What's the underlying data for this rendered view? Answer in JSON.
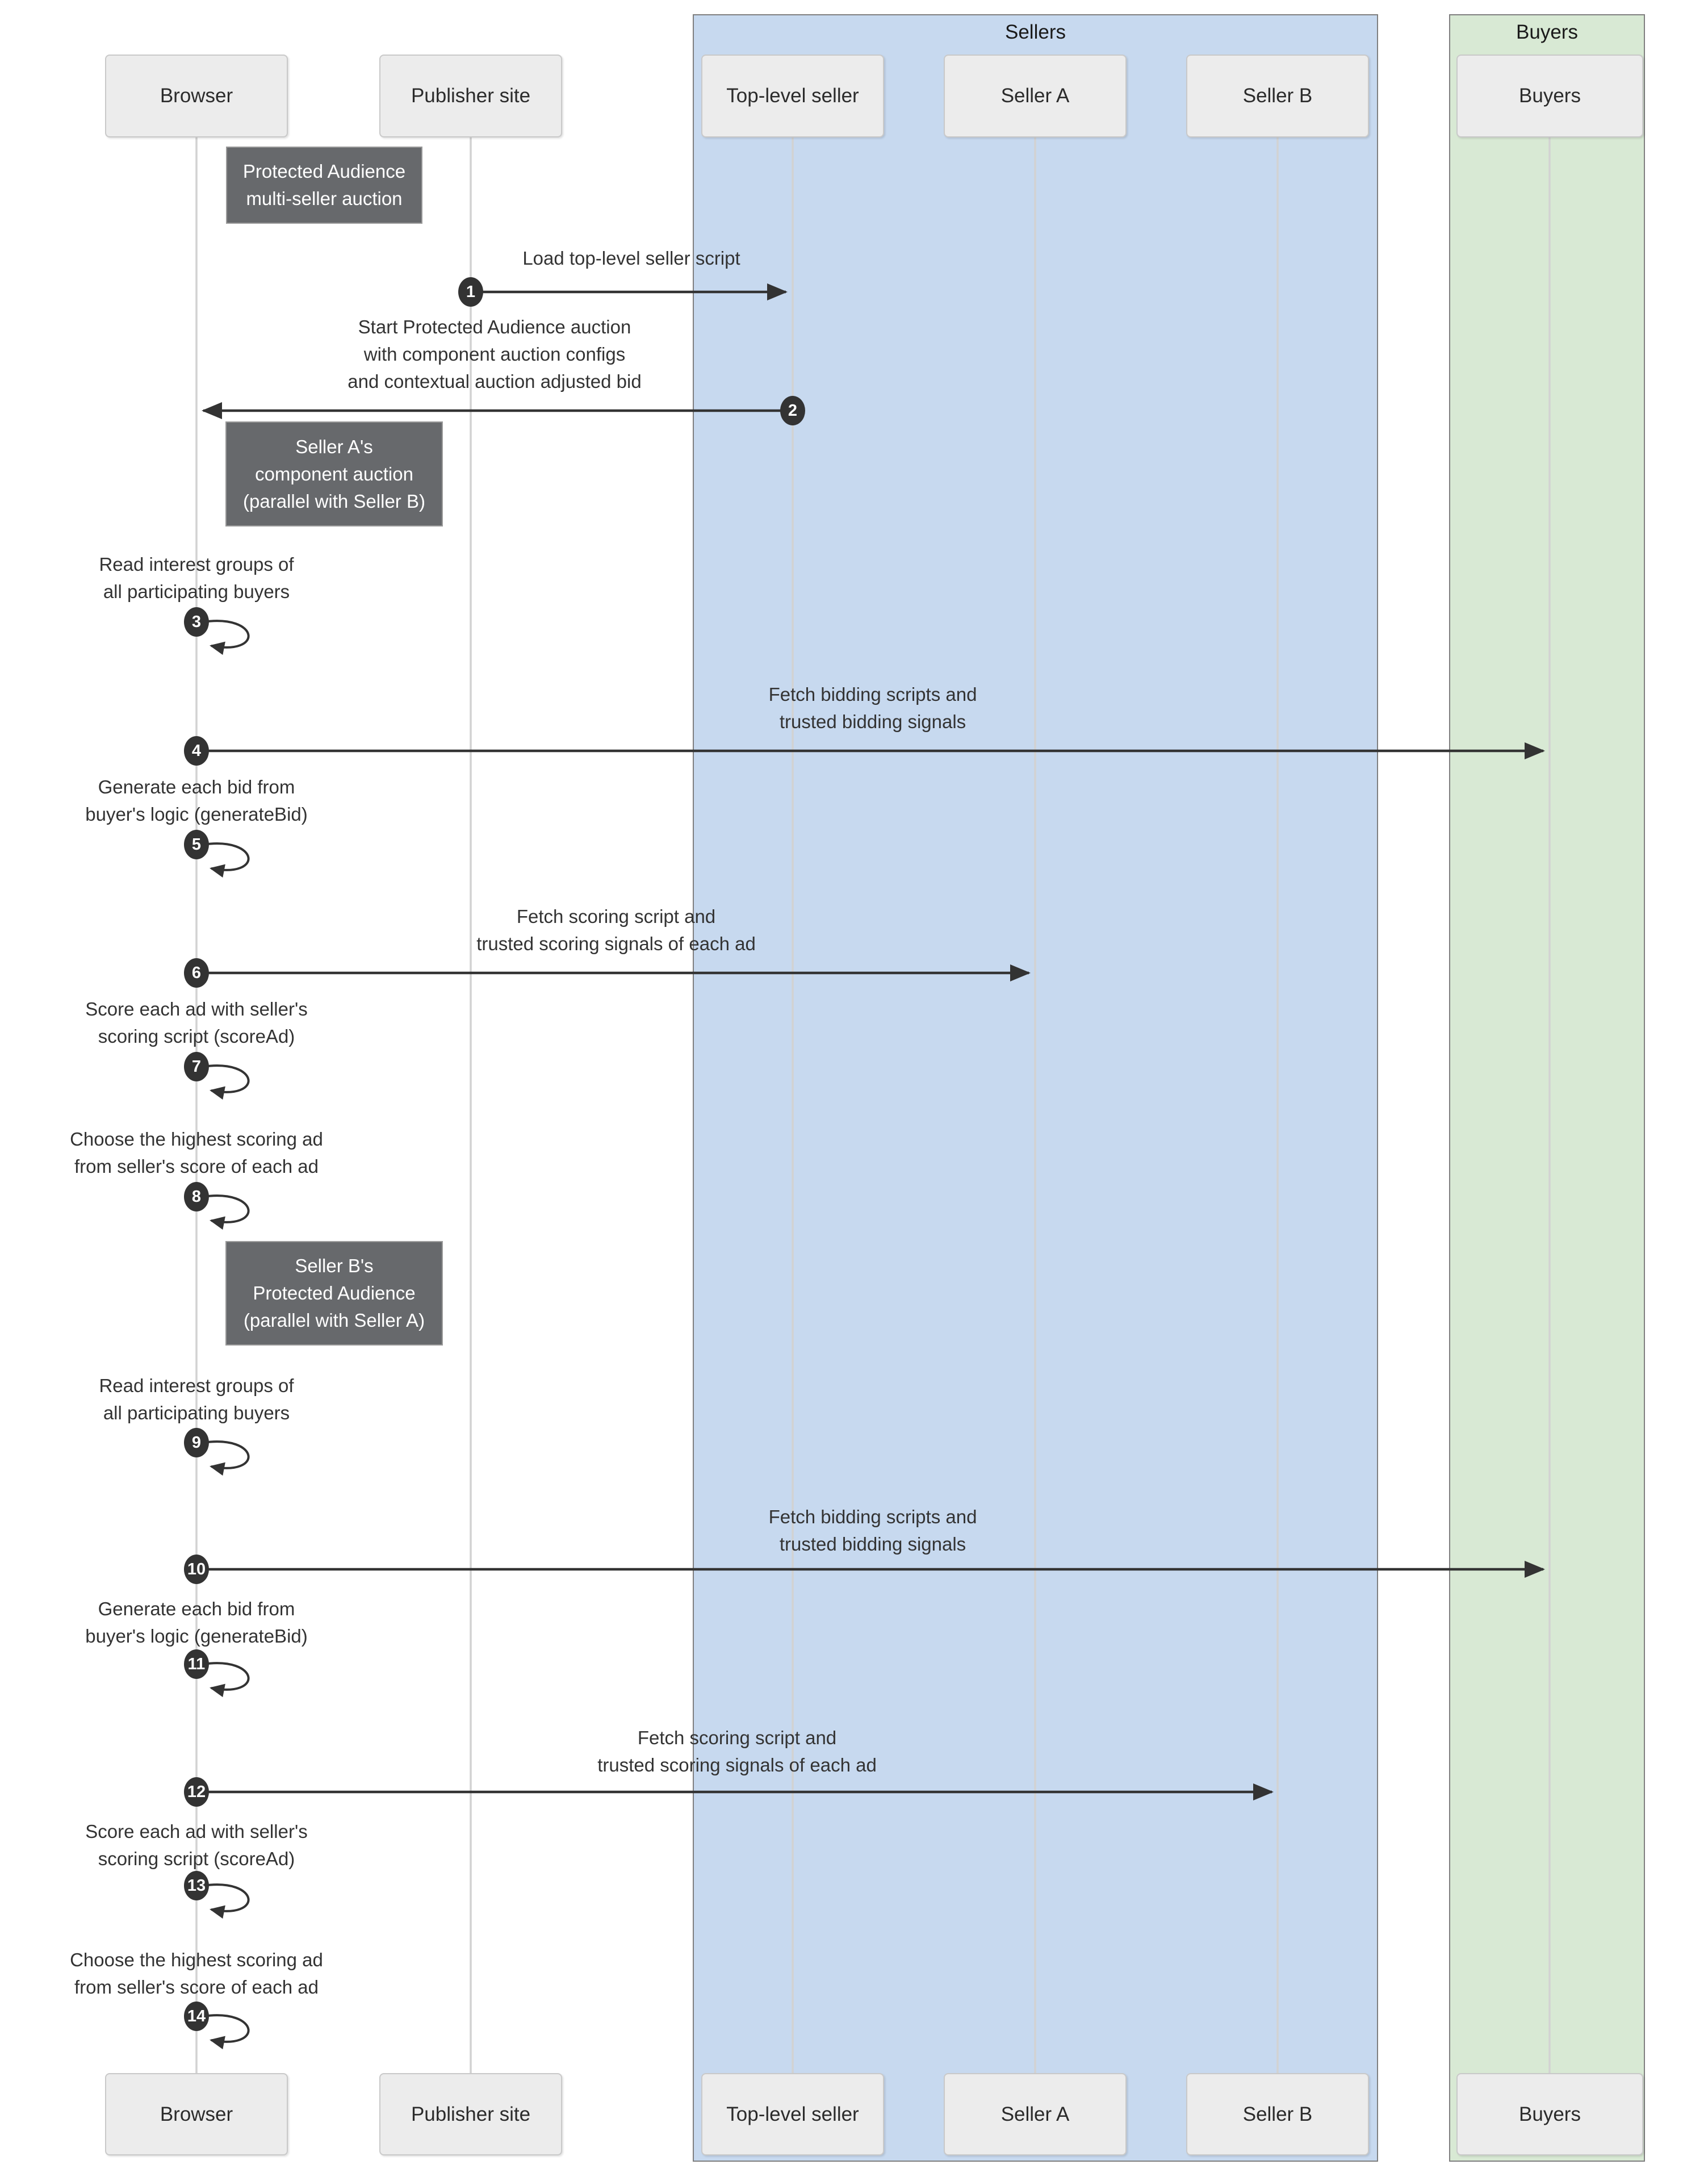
{
  "groups": [
    {
      "label": "Sellers",
      "fill": "#c7d9ef"
    },
    {
      "label": "Buyers",
      "fill": "#d8e9d4"
    }
  ],
  "participants": [
    {
      "label": "Browser"
    },
    {
      "label": "Publisher site"
    },
    {
      "label": "Top-level seller"
    },
    {
      "label": "Seller A"
    },
    {
      "label": "Seller B"
    },
    {
      "label": "Buyers"
    }
  ],
  "notes": [
    {
      "label": "Protected Audience\nmulti-seller auction"
    },
    {
      "label": "Seller A's\ncomponent auction\n(parallel with Seller B)"
    },
    {
      "label": "Seller B's\nProtected Audience\n(parallel with Seller A)"
    }
  ],
  "messages": [
    {
      "num": "1",
      "label": "Load top-level seller script"
    },
    {
      "num": "2",
      "label": "Start Protected Audience auction\nwith component auction configs\nand contextual auction adjusted bid"
    },
    {
      "num": "3",
      "label": "Read interest groups of\nall participating buyers"
    },
    {
      "num": "4",
      "label": "Fetch bidding scripts and\ntrusted bidding signals"
    },
    {
      "num": "5",
      "label": "Generate each bid from\nbuyer's logic (generateBid)"
    },
    {
      "num": "6",
      "label": "Fetch scoring script and\ntrusted scoring signals of each ad"
    },
    {
      "num": "7",
      "label": "Score each ad with seller's\nscoring script (scoreAd)"
    },
    {
      "num": "8",
      "label": "Choose the highest scoring ad\nfrom seller's score of each ad"
    },
    {
      "num": "9",
      "label": "Read interest groups of\nall participating buyers"
    },
    {
      "num": "10",
      "label": "Fetch bidding scripts and\ntrusted bidding signals"
    },
    {
      "num": "11",
      "label": "Generate each bid from\nbuyer's logic (generateBid)"
    },
    {
      "num": "12",
      "label": "Fetch scoring script and\ntrusted scoring signals of each ad"
    },
    {
      "num": "13",
      "label": "Score each ad with seller's\nscoring script (scoreAd)"
    },
    {
      "num": "14",
      "label": "Choose the highest scoring ad\nfrom seller's score of each ad"
    }
  ],
  "colors": {
    "sellers_group_fill": "#c7d9ef",
    "buyers_group_fill": "#d8e9d4",
    "note_fill": "#67696c",
    "actor_fill": "#ececec",
    "arrow": "#333333",
    "lifeline": "#d2d2d2"
  }
}
